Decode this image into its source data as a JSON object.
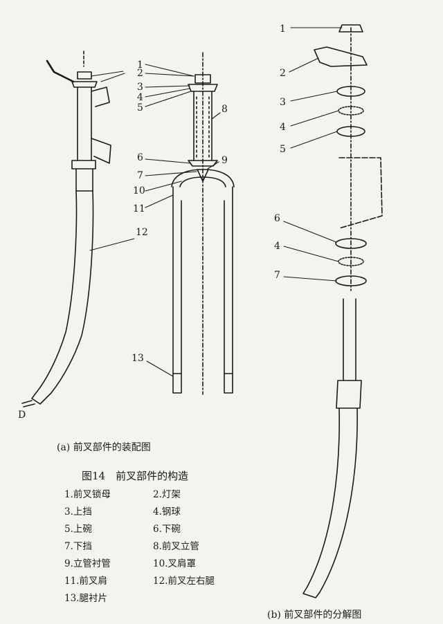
{
  "figure": {
    "caption_a": "(a) 前叉部件的装配图",
    "title": "图14　前叉部件的构造",
    "caption_b": "(b) 前叉部件的分解图",
    "dim_label": "D"
  },
  "callouts_a": [
    "1",
    "2",
    "3",
    "4",
    "5",
    "6",
    "7",
    "8",
    "9",
    "10",
    "11",
    "12",
    "13"
  ],
  "callouts_b": [
    "1",
    "2",
    "3",
    "4",
    "5",
    "6",
    "4",
    "7"
  ],
  "legend": [
    "1.前叉锁母",
    "2.灯架",
    "3.上挡",
    "4.钢球",
    "5.上碗",
    "6.下碗",
    "7.下挡",
    "8.前叉立管",
    "9.立管衬管",
    "10.叉肩罩",
    "11.前叉肩",
    "12.前叉左右腿",
    "13.腿衬片"
  ],
  "colors": {
    "ink": "#1a1a1a",
    "paper": "#f4f3ef"
  }
}
